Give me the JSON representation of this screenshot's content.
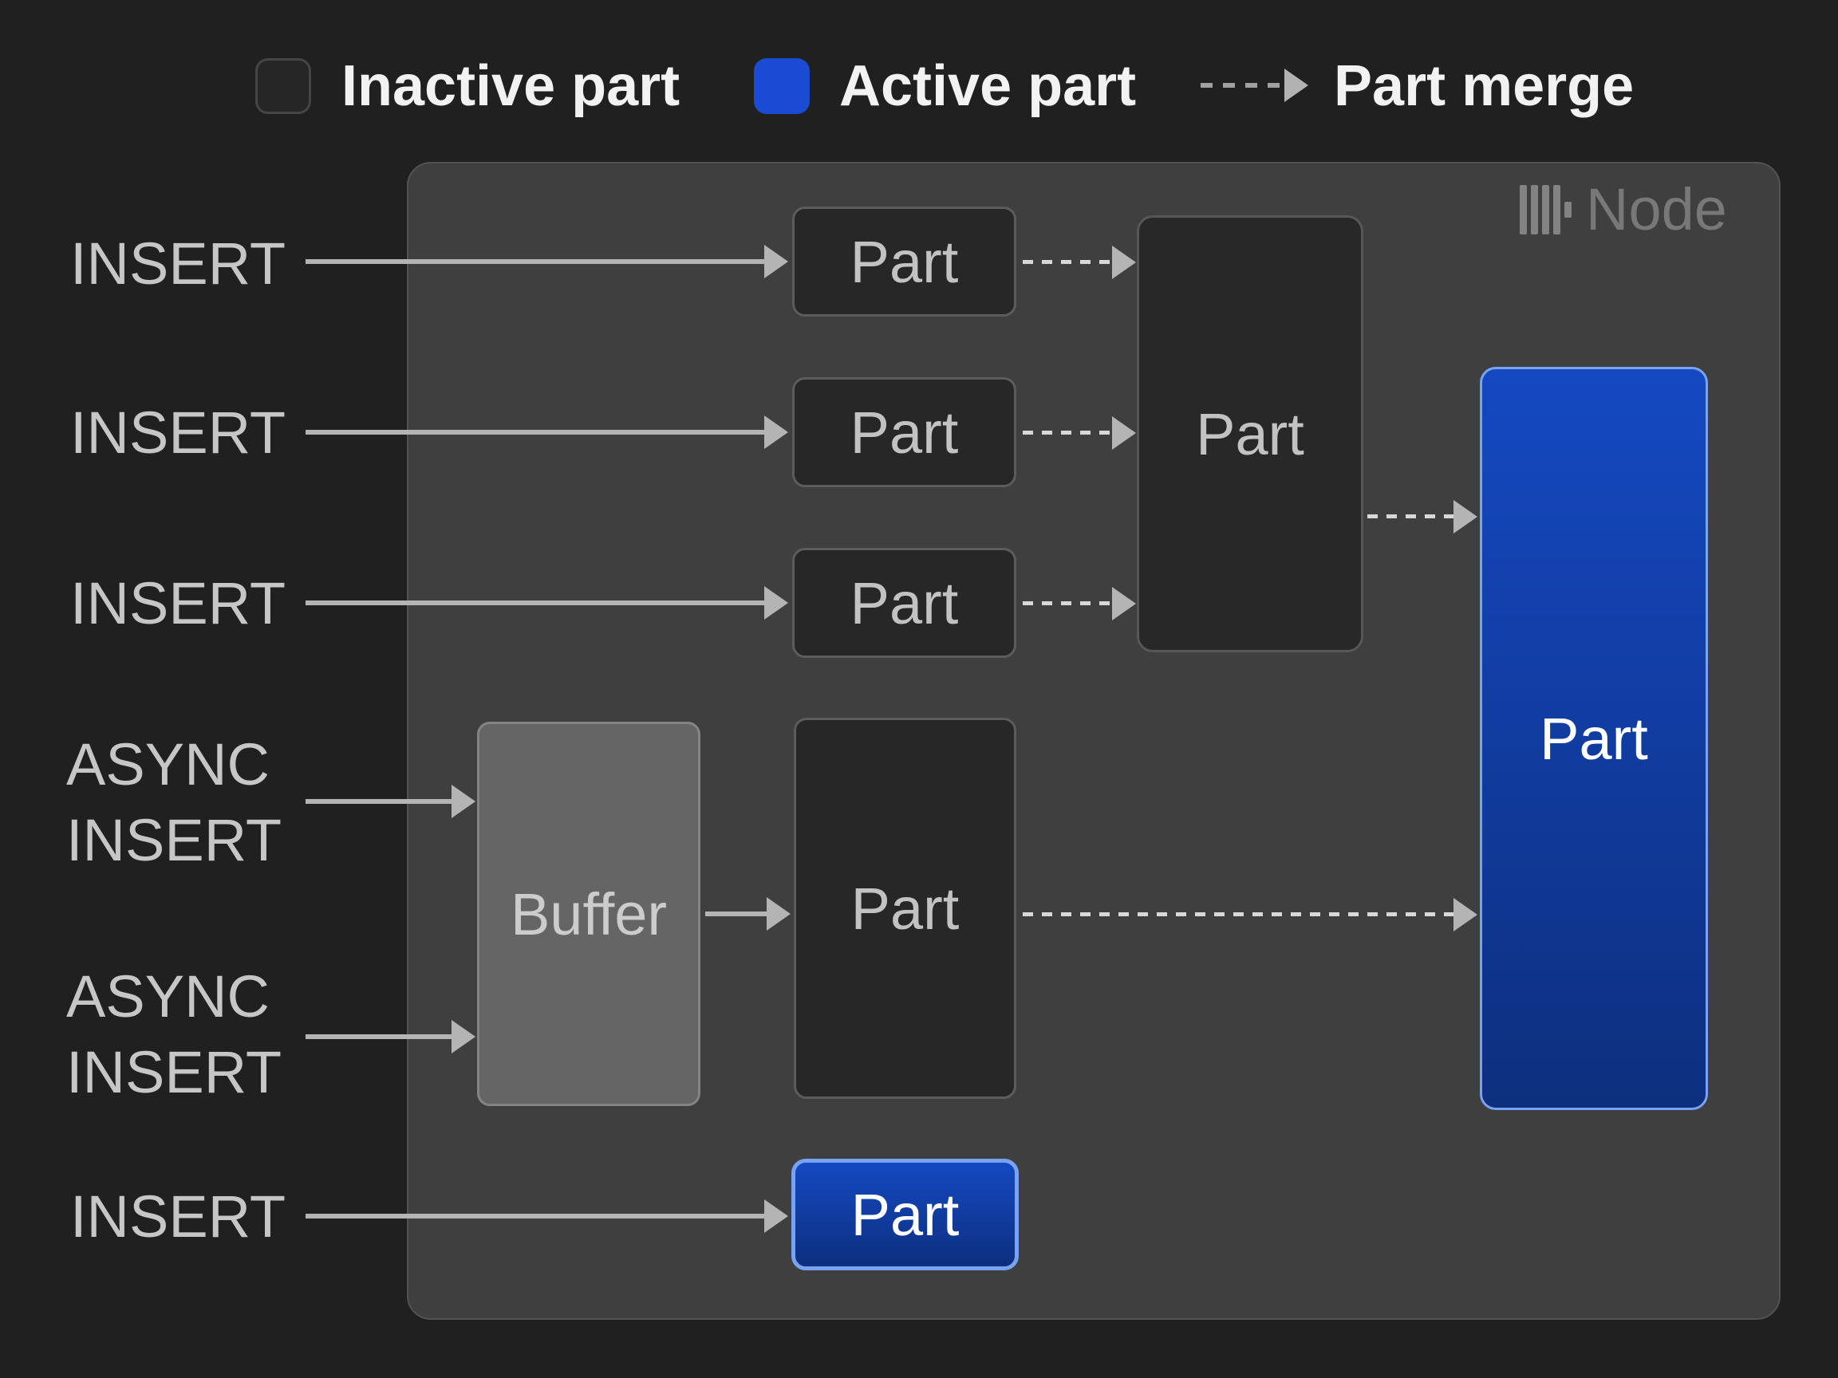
{
  "legend": {
    "inactive_label": "Inactive part",
    "active_label": "Active part",
    "merge_label": "Part merge"
  },
  "node": {
    "title": "Node",
    "logo_icon": "clickhouse-bars-icon"
  },
  "inputs": {
    "insert_1": "INSERT",
    "insert_2": "INSERT",
    "insert_3": "INSERT",
    "async_1": "ASYNC\nINSERT",
    "async_2": "ASYNC\nINSERT",
    "insert_4": "INSERT"
  },
  "boxes": {
    "part_1": "Part",
    "part_2": "Part",
    "part_3": "Part",
    "merged_part": "Part",
    "buffer": "Buffer",
    "async_part": "Part",
    "active_part_main": "Part",
    "active_part_bottom": "Part"
  },
  "colors": {
    "background": "#202020",
    "node_fill": "#3f3f3f",
    "node_border": "#525252",
    "inactive_fill": "#262626",
    "inactive_border": "#454545",
    "active_blue": "#1b4bd2",
    "active_gradient_top": "#1549c2",
    "active_gradient_bottom": "#0d2f7e",
    "active_border": "#78a3f2",
    "dark_box_fill": "#272727",
    "dark_box_border": "#5c5c5c",
    "buffer_fill": "#656565",
    "buffer_border": "#848484",
    "label_text": "#c6c6c6",
    "box_text": "#c2c2c2",
    "legend_text": "#f2f2f2",
    "node_title_text": "#787878",
    "solid_arrow": "#b4b4b4",
    "dashed_arrow": "#d8d8d8",
    "legend_dash": "#a0a0a0",
    "white_text": "#ffffff"
  }
}
